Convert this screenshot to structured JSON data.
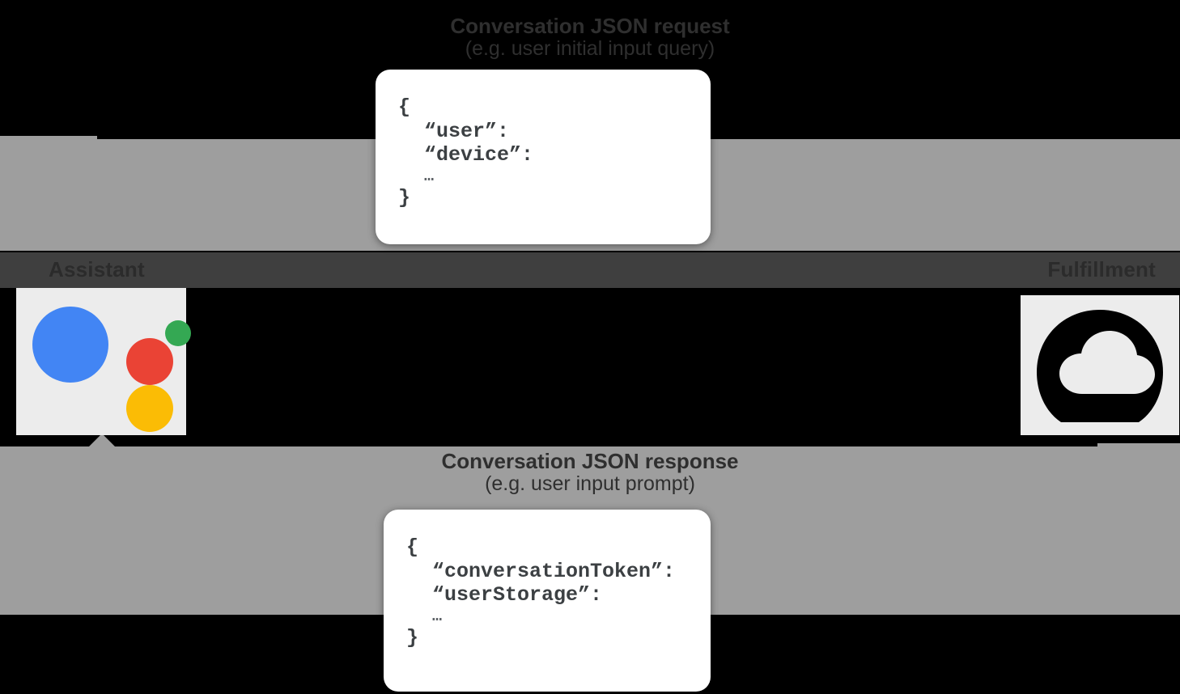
{
  "diagram": {
    "background_color": "#000000",
    "band_color": "#9e9e9e",
    "center_band_color": "#3f3f3f"
  },
  "nodes": {
    "assistant": {
      "label": "Assistant",
      "icon": "google-assistant-logo",
      "colors": {
        "blue": "#4285F4",
        "red": "#EA4335",
        "yellow": "#FBBC05",
        "green": "#34A853"
      }
    },
    "fulfillment": {
      "label": "Fulfillment",
      "icon": "cloud-functions-icon",
      "colors": {
        "badge": "#000000",
        "cloud": "#ececec"
      }
    }
  },
  "flows": {
    "request": {
      "title": "Conversation JSON request",
      "subtitle": "(e.g. user initial input query)",
      "direction": "assistant-to-fulfillment"
    },
    "response": {
      "title": "Conversation JSON response",
      "subtitle": "(e.g. user input prompt)",
      "direction": "fulfillment-to-assistant"
    }
  },
  "json_bubbles": {
    "request": {
      "open": "{",
      "keys": [
        "“user”:",
        "“device”:"
      ],
      "ellipsis": "…",
      "close": "}"
    },
    "response": {
      "open": "{",
      "keys": [
        "“conversationToken”:",
        "“userStorage”:"
      ],
      "ellipsis": "…",
      "close": "}"
    }
  }
}
